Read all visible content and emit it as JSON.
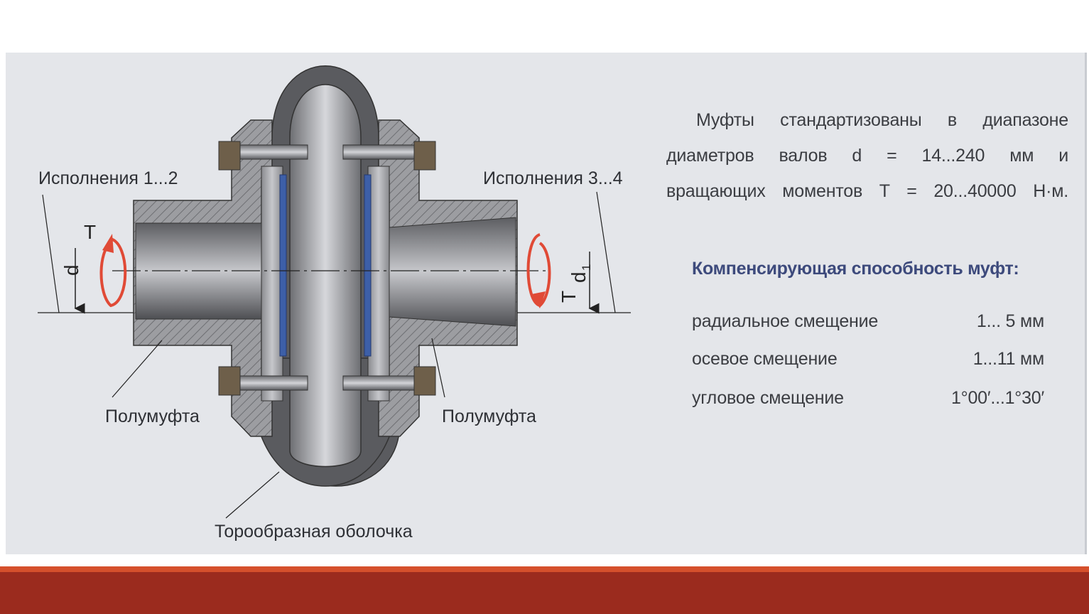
{
  "description": {
    "line1": "Муфты стандартизованы в диапазоне",
    "line2": "диаметров валов d = 14...240 мм и",
    "line3": "вращающих моментов T = 20...40000 Н·м."
  },
  "compensation": {
    "title": "Компенсирующая способность муфт:",
    "rows": [
      {
        "name": "радиальное смещение",
        "value": "1... 5 мм"
      },
      {
        "name": "осевое смещение",
        "value": "1...11 мм"
      },
      {
        "name": "угловое смещение",
        "value": "1°00′...1°30′"
      }
    ]
  },
  "diagram": {
    "label_variant_left": "Исполнения 1...2",
    "label_variant_right": "Исполнения 3...4",
    "label_half_left": "Полумуфта",
    "label_half_right": "Полумуфта",
    "label_shell": "Торообразная оболочка",
    "label_d": "d",
    "label_d1": "d",
    "label_d1_sub": "1",
    "label_torque": "T"
  },
  "colors": {
    "background": "#e4e6ea",
    "metal_dark": "#5a5b5f",
    "torque_arrow": "#e04a36",
    "ring_blue": "#3d5fa8",
    "title_blue": "#3d4a7c",
    "bar_light": "#d5502c",
    "bar_dark": "#9b2b1e"
  }
}
